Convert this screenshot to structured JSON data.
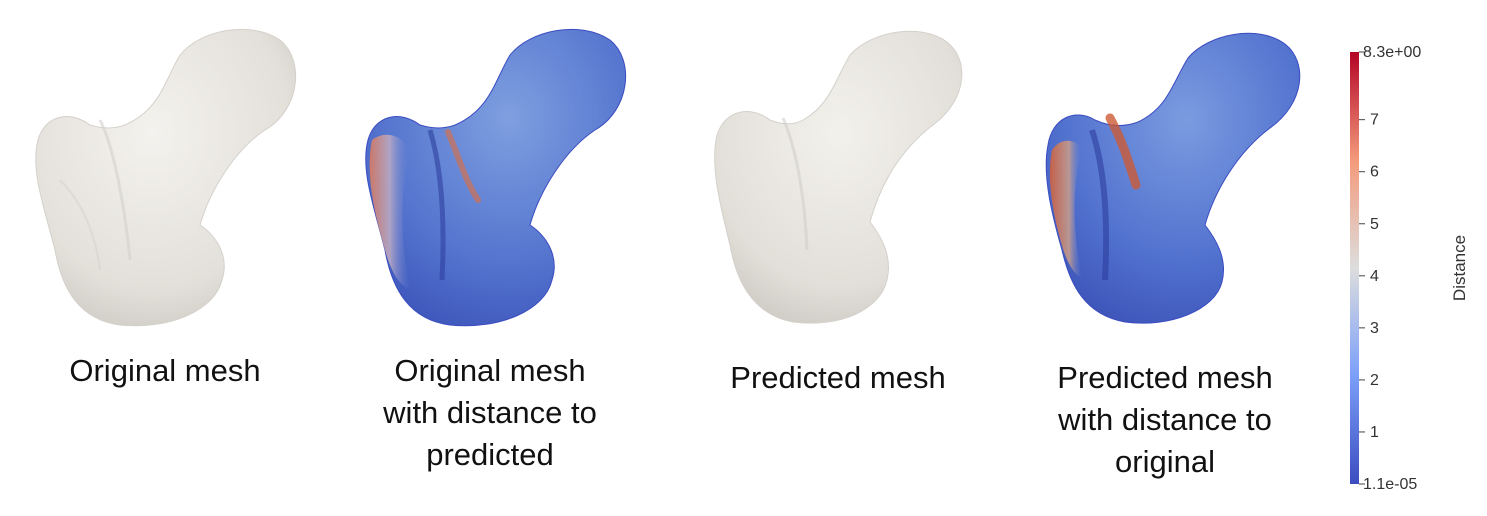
{
  "panels": [
    {
      "caption": [
        "Original mesh"
      ],
      "shading": "plain"
    },
    {
      "caption": [
        "Original mesh",
        "with distance to",
        "predicted"
      ],
      "shading": "distance"
    },
    {
      "caption": [
        "Predicted mesh"
      ],
      "shading": "plain"
    },
    {
      "caption": [
        "Predicted mesh",
        "with distance to",
        "original"
      ],
      "shading": "distance"
    }
  ],
  "colorbar": {
    "title": "Distance",
    "max_label": "8.3e+00",
    "min_label": "1.1e-05",
    "min": 1.1e-05,
    "max": 8.3,
    "ticks": [
      {
        "value": 7,
        "label": "7"
      },
      {
        "value": 6,
        "label": "6"
      },
      {
        "value": 5,
        "label": "5"
      },
      {
        "value": 4,
        "label": "4"
      },
      {
        "value": 3,
        "label": "3"
      },
      {
        "value": 2,
        "label": "2"
      },
      {
        "value": 1,
        "label": "1"
      }
    ],
    "colors": {
      "low": "#3b4cc0",
      "mid": "#dddddd",
      "high": "#b40426"
    }
  }
}
